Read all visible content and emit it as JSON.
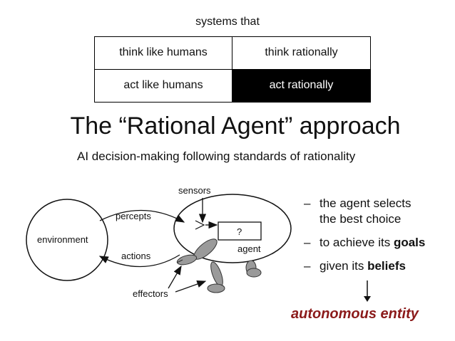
{
  "grid": {
    "caption": "systems that",
    "cells": [
      "think like humans",
      "think rationally",
      "act like humans",
      "act rationally"
    ]
  },
  "title": "The “Rational Agent” approach",
  "subtitle": "AI decision-making following standards of rationality",
  "diagram": {
    "environment": "environment",
    "percepts": "percepts",
    "actions": "actions",
    "sensors": "sensors",
    "effectors": "effectors",
    "agent": "agent",
    "unknown": "?"
  },
  "bullets": {
    "dash": "–",
    "b1": "the agent selects the best choice",
    "b1_line1": "the agent selects",
    "b1_line2": "the best choice",
    "b2_prefix": "to achieve its ",
    "b2_bold": "goals",
    "b3_prefix": "given its ",
    "b3_bold": "beliefs"
  },
  "conclusion": "autonomous entity",
  "colors": {
    "highlight_bg": "#000000",
    "conclusion": "#8b1a1a"
  }
}
